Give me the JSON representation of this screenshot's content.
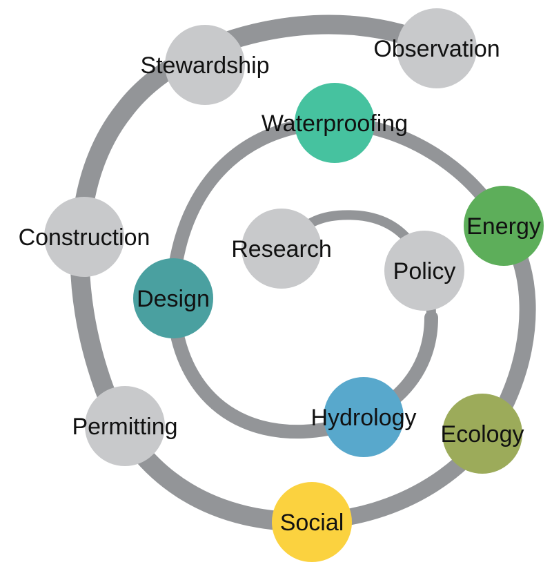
{
  "colors": {
    "spiral": "#939598",
    "neutral_node": "#c8c9cb",
    "waterproofing": "#46c29f",
    "energy": "#5dae5a",
    "design": "#4aa0a0",
    "hydrology": "#58a8cc",
    "ecology": "#9cab5a",
    "social": "#fbd23f",
    "text": "#111111"
  },
  "nodes": {
    "observation": "Observation",
    "stewardship": "Stewardship",
    "waterproofing": "Waterproofing",
    "construction": "Construction",
    "energy": "Energy",
    "research": "Research",
    "policy": "Policy",
    "design": "Design",
    "hydrology": "Hydrology",
    "permitting": "Permitting",
    "ecology": "Ecology",
    "social": "Social"
  }
}
